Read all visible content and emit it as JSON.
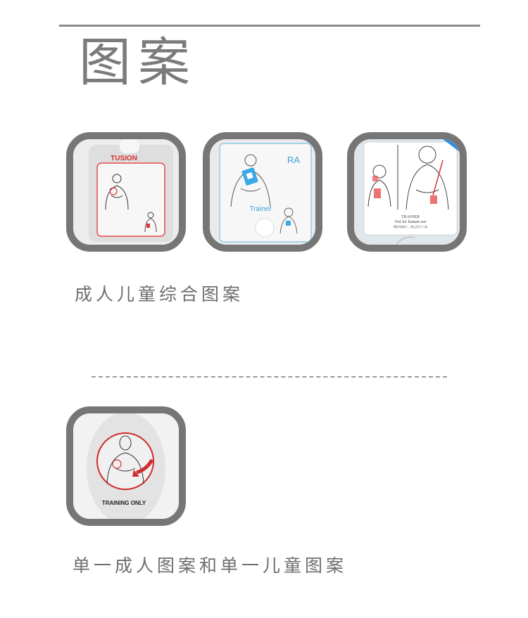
{
  "title": "图案",
  "gallery_top": {
    "thumb1": {
      "brand": "TUSION"
    },
    "thumb2": {
      "tag": "RA",
      "label": "Trainer"
    },
    "thumb3": {
      "label": "TRAINER",
      "sublabel": "Not for human use",
      "fine_print": "模拟电极片，禁止用于人体"
    },
    "caption": "成人儿童综合图案"
  },
  "gallery_bottom": {
    "thumb4": {
      "label": "TRAINING ONLY"
    },
    "caption": "单一成人图案和单一儿童图案"
  },
  "colors": {
    "frame": "#767676",
    "text": "#6e6e6e",
    "pad_red": "#e03434",
    "pad_blue": "#3aa8e6"
  }
}
